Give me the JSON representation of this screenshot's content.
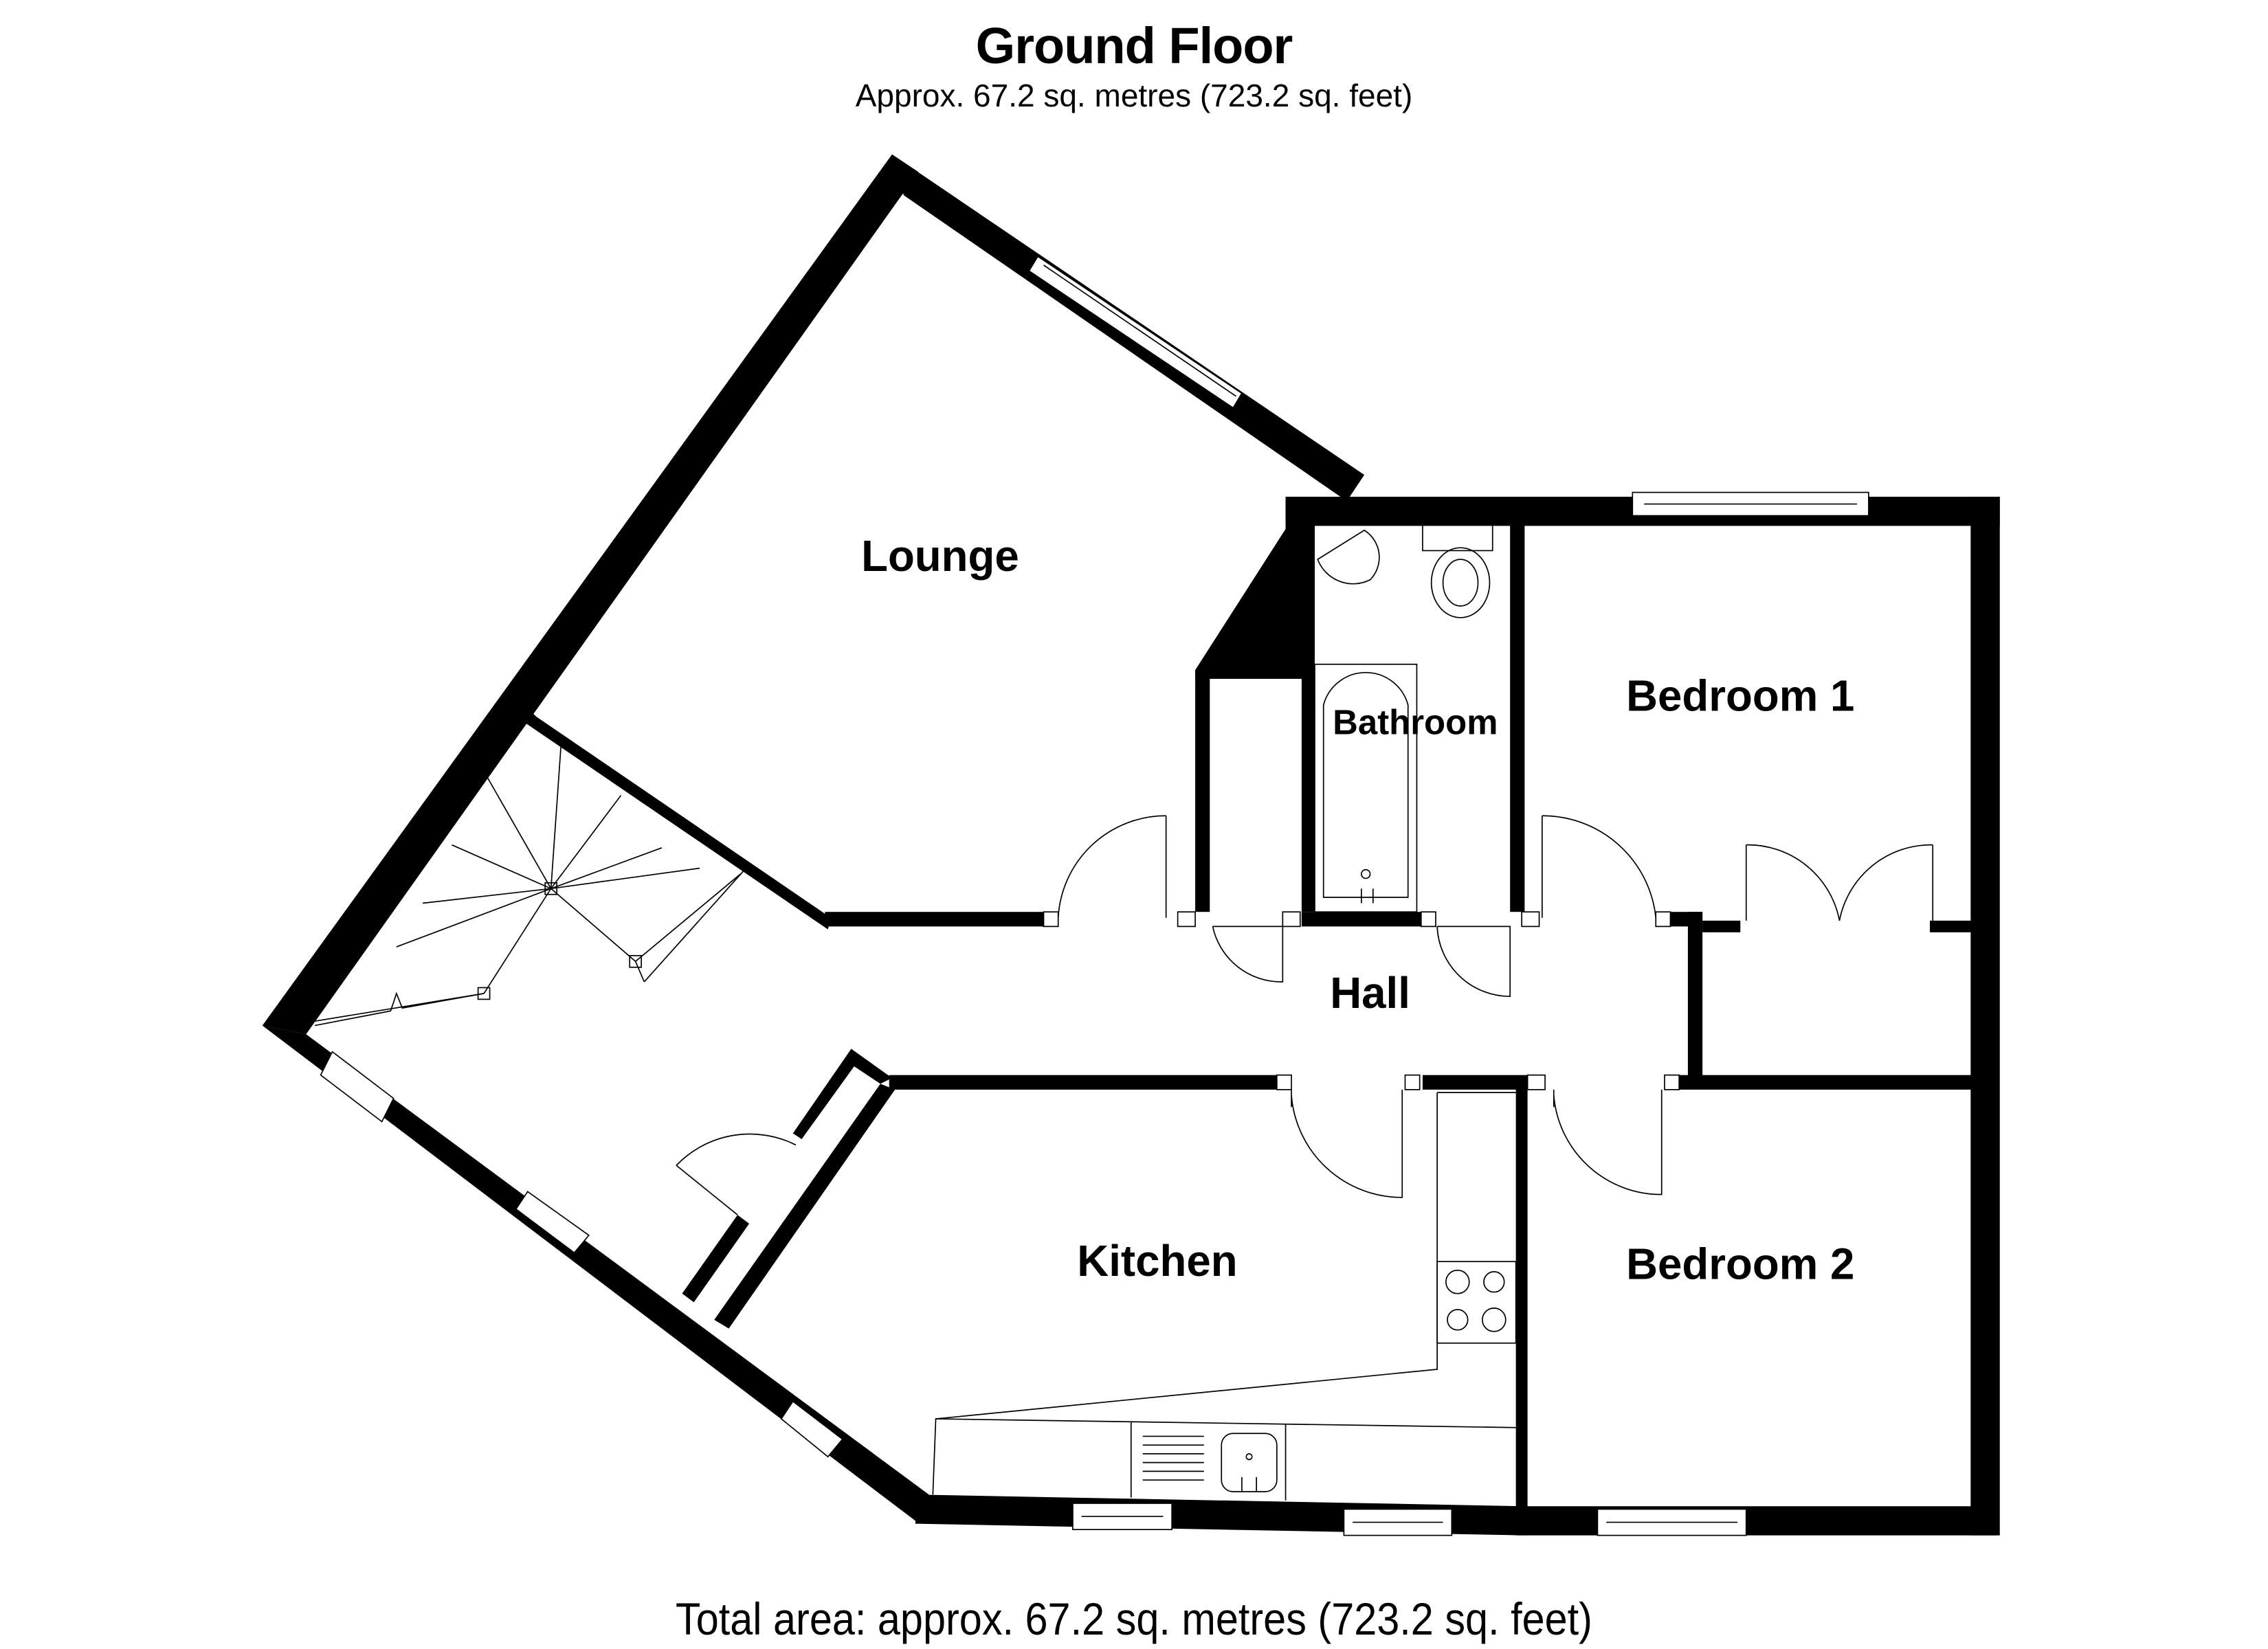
{
  "header": {
    "title": "Ground Floor",
    "subtitle": "Approx. 67.2 sq. metres (723.2 sq. feet)"
  },
  "rooms": [
    {
      "id": "lounge",
      "label": "Lounge"
    },
    {
      "id": "bathroom",
      "label": "Bathroom"
    },
    {
      "id": "bedroom1",
      "label": "Bedroom 1"
    },
    {
      "id": "hall",
      "label": "Hall"
    },
    {
      "id": "kitchen",
      "label": "Kitchen"
    },
    {
      "id": "bedroom2",
      "label": "Bedroom 2"
    }
  ],
  "fixtures": [
    "staircase",
    "bath",
    "wash-basin",
    "toilet",
    "hob",
    "sink-drainer",
    "wardrobe"
  ],
  "footer": {
    "total_area": "Total area: approx. 67.2 sq. metres (723.2 sq. feet)"
  },
  "colors": {
    "wall": "#000000",
    "background": "#ffffff"
  }
}
